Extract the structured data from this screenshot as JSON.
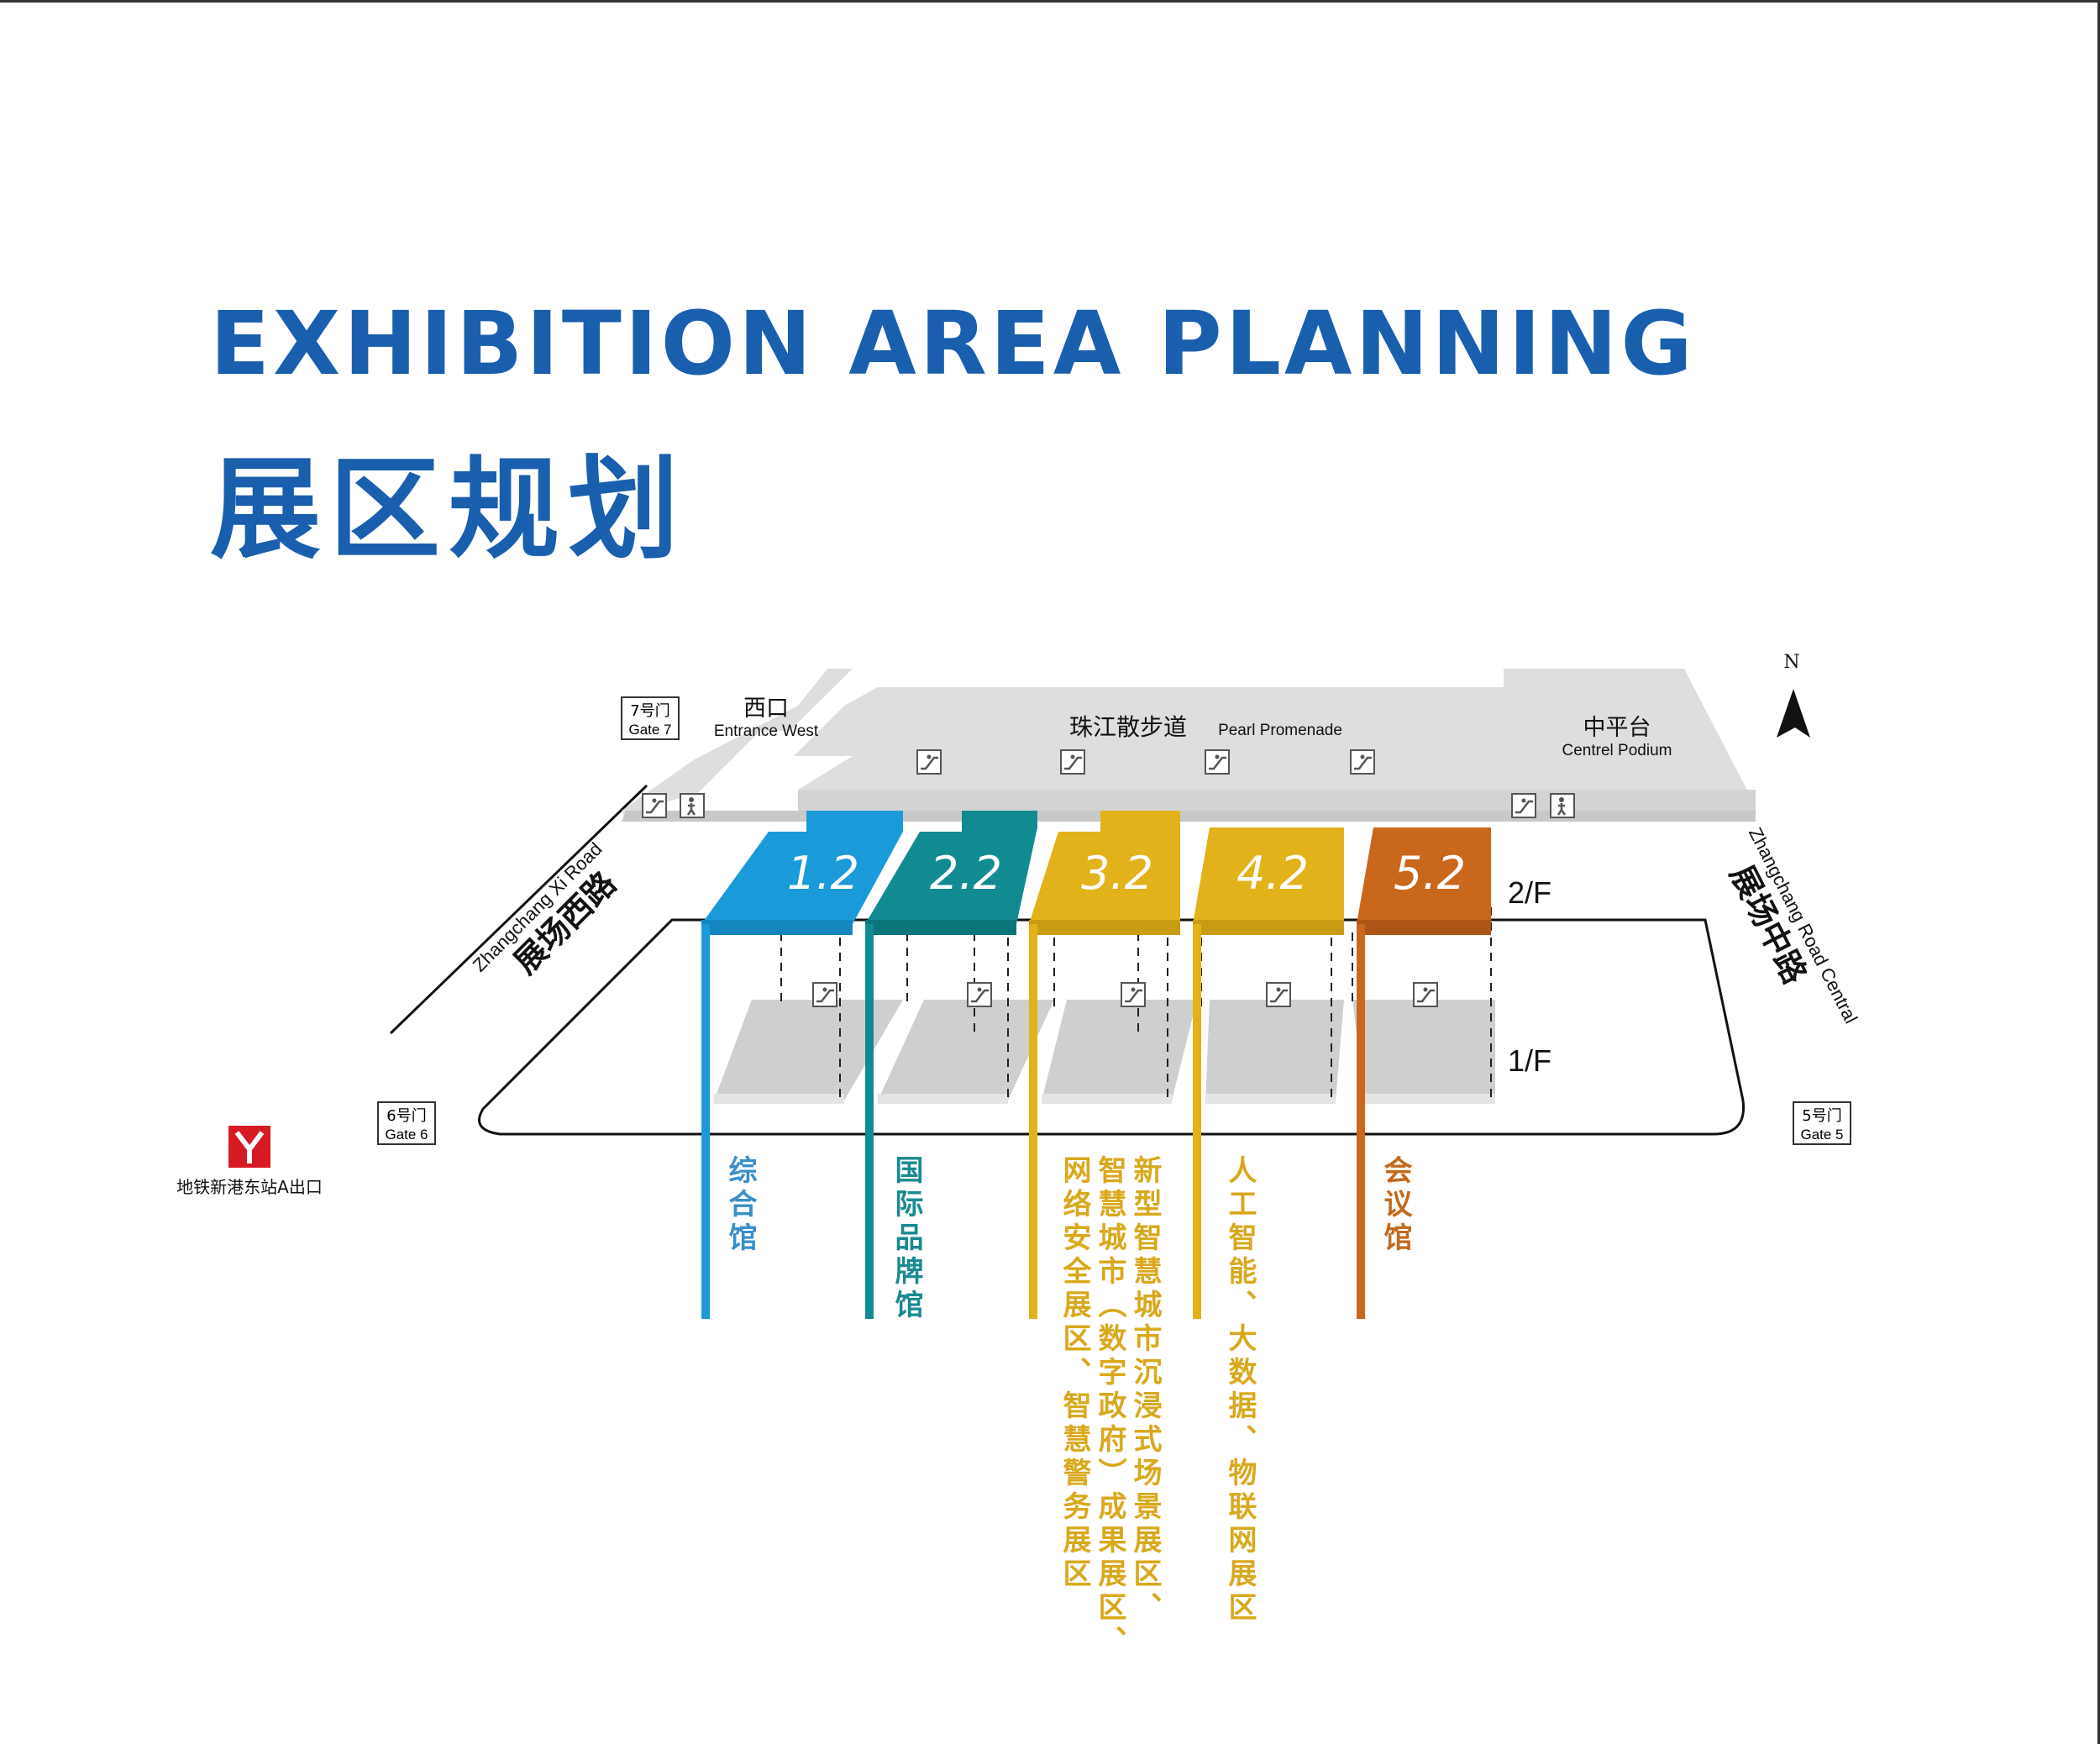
{
  "header": {
    "title_en": "EXHIBITION AREA PLANNING",
    "title_cn": "展区规划"
  },
  "map": {
    "north": "N",
    "entrance_west_cn": "西口",
    "entrance_west_en": "Entrance West",
    "promenade_cn": "珠江散步道",
    "promenade_en": "Pearl Promenade",
    "podium_cn": "中平台",
    "podium_en": "Centrel Podium",
    "gate7_cn": "7号门",
    "gate7_en": "Gate 7",
    "gate6_cn": "6号门",
    "gate6_en": "Gate 6",
    "gate5_cn": "5号门",
    "gate5_en": "Gate 5",
    "road_west_en": "Zhangchang Xi Road",
    "road_west_cn": "展场西路",
    "road_central_en": "Zhangchang Road Central",
    "road_central_cn": "展场中路",
    "floor_2": "2/F",
    "floor_1": "1/F",
    "metro_exit": "地铁新港东站A出口",
    "metro_icon": "metro-logo-icon",
    "escalator_icon": "escalator-icon",
    "elevator_icon": "elevator-icon"
  },
  "halls": [
    {
      "number": "1.2",
      "color": "#1a9ad9",
      "text_color": "#3a8ec8",
      "columns": [
        "综合馆"
      ]
    },
    {
      "number": "2.2",
      "color": "#128a92",
      "text_color": "#1a8a92",
      "columns": [
        "国际品牌馆"
      ]
    },
    {
      "number": "3.2",
      "color": "#e2b21a",
      "text_color": "#d9a81c",
      "columns": [
        "新型智慧城市沉浸式场景展区、",
        "智慧城市（数字政府）成果展区、",
        "网络安全展区、智慧警务展区"
      ]
    },
    {
      "number": "4.2",
      "color": "#e2b21a",
      "text_color": "#d9a81c",
      "columns": [
        "人工智能、大数据、物联网展区"
      ]
    },
    {
      "number": "5.2",
      "color": "#c9671c",
      "text_color": "#c46a1e",
      "columns": [
        "会议馆"
      ]
    }
  ]
}
